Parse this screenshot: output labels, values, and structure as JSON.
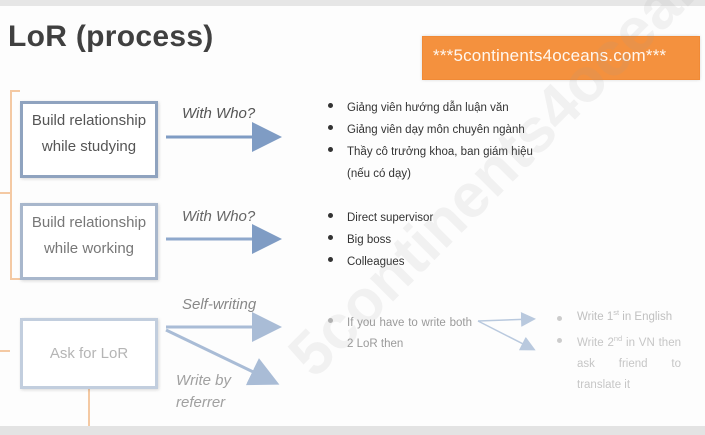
{
  "title": "LoR (process)",
  "banner": {
    "text": "***5continents4oceans.com***",
    "color": "#f4913e"
  },
  "watermark": "5continents4oceans.com",
  "steps": [
    {
      "line1": "Build relationship",
      "line2": "while studying",
      "label": "With Who?"
    },
    {
      "line1": "Build relationship",
      "line2": "while working",
      "label": "With Who?"
    },
    {
      "line1": "Ask for LoR",
      "label_top": "Self-writing",
      "label_bottom": "Write by referrer"
    }
  ],
  "studying_contacts": [
    "Giảng viên hướng dẫn luận văn",
    "Giảng viên dạy môn chuyên ngành",
    "Thầy cô trưởng khoa, ban giám hiệu",
    "(nếu có dạy)"
  ],
  "working_contacts": [
    "Direct supervisor",
    "Big boss",
    "Colleagues"
  ],
  "self_writing": {
    "question": "If you have to write both 2 LoR then",
    "options": {
      "first_pre": "Write 1",
      "first_sup": "st",
      "first_post": " in English",
      "second_pre": "Write 2",
      "second_sup": "nd",
      "second_post": " in VN then ask friend to translate it"
    }
  },
  "colors": {
    "box_border": "#8fa3bf",
    "arrow": "#7f9cc4",
    "bracket": "#f4c9a3"
  }
}
